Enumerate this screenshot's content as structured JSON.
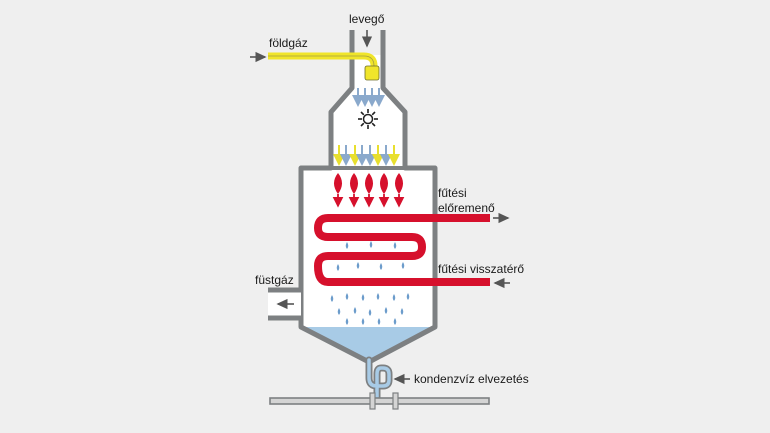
{
  "labels": {
    "gas": "földgáz",
    "air": "levegő",
    "flow_1": "fűtési",
    "flow_2": "előremenő",
    "return": "fűtési visszatérő",
    "flue": "füstgáz",
    "condensate": "kondenzvíz elvezetés"
  },
  "colors": {
    "background": "#efefef",
    "casing": "#7d8082",
    "interior": "#ffffff",
    "gas_pipe": "#f0e52a",
    "gas_arrow": "#e8df2e",
    "air_arrow": "#8aa9cc",
    "flame": "#d6102c",
    "heat_exchanger": "#d6102c",
    "water_drop": "#6c9ccb",
    "condensate_pool": "#a8cbe6",
    "drain_pipe": "#a8cbe6",
    "arrow": "#555555"
  },
  "icons": [
    "fan-icon",
    "flame-icon",
    "water-drop-icon",
    "arrow-icon"
  ]
}
